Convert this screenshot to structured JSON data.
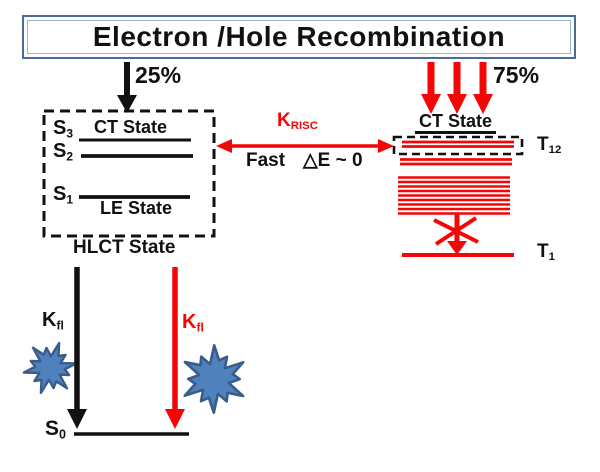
{
  "title": "Electron /Hole Recombination",
  "colors": {
    "red": "#f40606",
    "frame_blue": "#4a6b9b",
    "star_fill": "#4f81bd",
    "star_stroke": "#385d8a"
  },
  "branching": {
    "singlet_pct": "25%",
    "triplet_pct": "75%"
  },
  "singlet_box": {
    "levels": [
      {
        "base": "S",
        "sub": "3"
      },
      {
        "base": "S",
        "sub": "2"
      },
      {
        "base": "S",
        "sub": "1"
      }
    ],
    "ct_label": "CT State",
    "le_label": "LE State",
    "caption": "HLCT State"
  },
  "risc": {
    "rate_base": "K",
    "rate_sub": "RISC",
    "fast_label": "Fast",
    "delta_label": "△E ~ 0"
  },
  "triplet": {
    "ct_label": "CT State",
    "t12": {
      "base": "T",
      "sub": "12"
    },
    "t1": {
      "base": "T",
      "sub": "1"
    }
  },
  "emission": {
    "kfl_black": {
      "base": "K",
      "sub": "fl"
    },
    "kfl_red": {
      "base": "K",
      "sub": "fl"
    },
    "ground": {
      "base": "S",
      "sub": "0"
    }
  }
}
